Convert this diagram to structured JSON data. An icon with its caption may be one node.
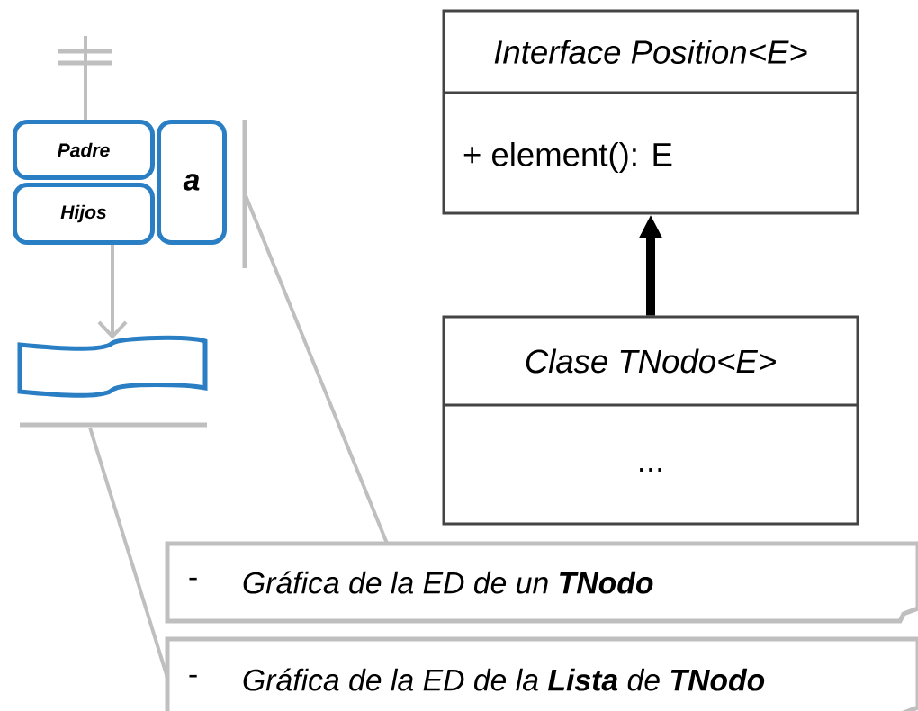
{
  "diagram": {
    "nodes": [
      {
        "text": [
          "Padre"
        ]
      },
      {
        "text": [
          "Hijos"
        ]
      },
      {
        "text": [
          "a"
        ]
      },
      {
        "text": [],
        "shape": "banner"
      },
      {
        "text": [
          "Interface Position<E>",
          "+ element(): E"
        ]
      },
      {
        "text": [
          "Clase TNodo<E>",
          "..."
        ]
      },
      {
        "text": [
          "-",
          "Gráfica de la ED de un **TNodo**"
        ]
      },
      {
        "text": [
          "-",
          "Gráfica de la ED de la **Lista** de **TNodo**"
        ]
      }
    ],
    "edges": [
      {
        "from": 0,
        "to": null,
        "arrow": "none"
      },
      {
        "from": 1,
        "to": 3,
        "arrow": "to"
      },
      {
        "from": 5,
        "to": 4,
        "arrow": "to",
        "style": "thick",
        "color": "#000000"
      },
      {
        "from": 6,
        "to": null,
        "arrow": "none"
      },
      {
        "from": 7,
        "to": null,
        "arrow": "none"
      }
    ]
  }
}
